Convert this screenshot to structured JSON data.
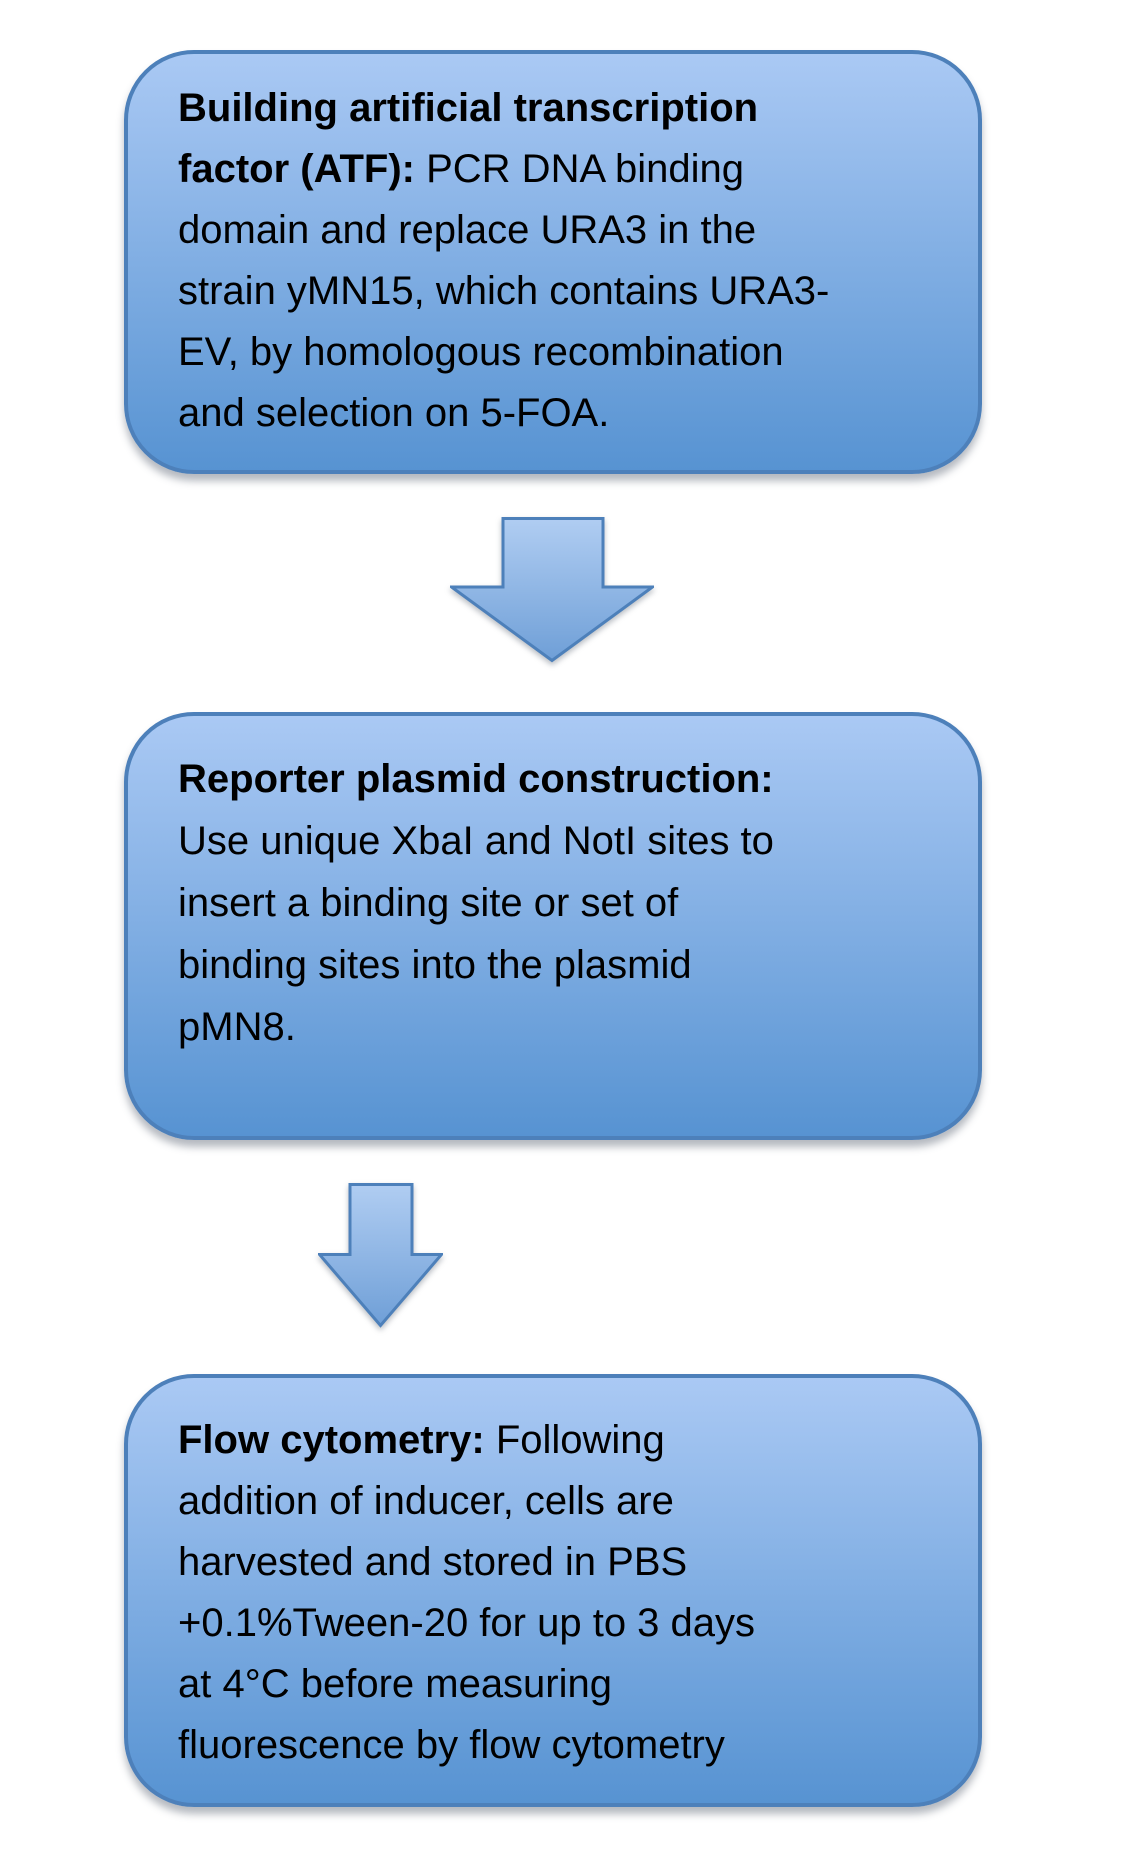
{
  "style": {
    "box_fill_top": "#aac9f4",
    "box_fill_bottom": "#5793d2",
    "box_border": "#4d80ba",
    "arrow_fill_top": "#b0cdf2",
    "arrow_fill_bottom": "#6f9fd7",
    "arrow_border": "#4d80ba",
    "text_color": "#000000",
    "page_background": "#ffffff"
  },
  "flowchart": {
    "steps": [
      {
        "id": "build-atf",
        "title": "Building artificial transcription factor (ATF):",
        "body": "PCR DNA binding domain and replace URA3 in the strain yMN15, which contains URA3-EV, by homologous recombination and selection on 5-FOA.",
        "lines": [
          {
            "b": "Building artificial transcription",
            "r": ""
          },
          {
            "b": "factor (ATF):",
            "r": " PCR DNA binding"
          },
          {
            "b": "",
            "r": "domain and replace URA3 in the"
          },
          {
            "b": "",
            "r": "strain yMN15, which contains URA3-"
          },
          {
            "b": "",
            "r": "EV, by homologous recombination"
          },
          {
            "b": "",
            "r": "and selection on 5-FOA."
          }
        ]
      },
      {
        "id": "reporter-plasmid",
        "title": "Reporter plasmid construction:",
        "body": "Use unique XbaI and NotI sites to insert a binding site or set of binding sites into the plasmid pMN8.",
        "lines": [
          {
            "b": "Reporter plasmid construction:",
            "r": ""
          },
          {
            "b": "",
            "r": "Use unique XbaI and NotI sites to"
          },
          {
            "b": "",
            "r": "insert a binding site or set of"
          },
          {
            "b": "",
            "r": "binding sites into the plasmid"
          },
          {
            "b": "",
            "r": "pMN8."
          }
        ]
      },
      {
        "id": "flow-cytometry",
        "title": "Flow cytometry:",
        "body": "Following addition of inducer, cells are harvested and stored in PBS +0.1%Tween-20 for up to 3 days at 4°C before measuring fluorescence by flow cytometry",
        "lines": [
          {
            "b": "Flow cytometry:",
            "r": " Following"
          },
          {
            "b": "",
            "r": "addition of inducer, cells are"
          },
          {
            "b": "",
            "r": "harvested and stored in PBS"
          },
          {
            "b": "",
            "r": "+0.1%Tween-20 for up to 3 days"
          },
          {
            "b": "",
            "r": "at 4°C before measuring"
          },
          {
            "b": "",
            "r": "fluorescence by flow cytometry"
          }
        ]
      }
    ],
    "connectors": [
      {
        "id": "arrow-1",
        "from": "build-atf",
        "to": "reporter-plasmid",
        "direction": "down"
      },
      {
        "id": "arrow-2",
        "from": "reporter-plasmid",
        "to": "flow-cytometry",
        "direction": "down"
      }
    ]
  }
}
